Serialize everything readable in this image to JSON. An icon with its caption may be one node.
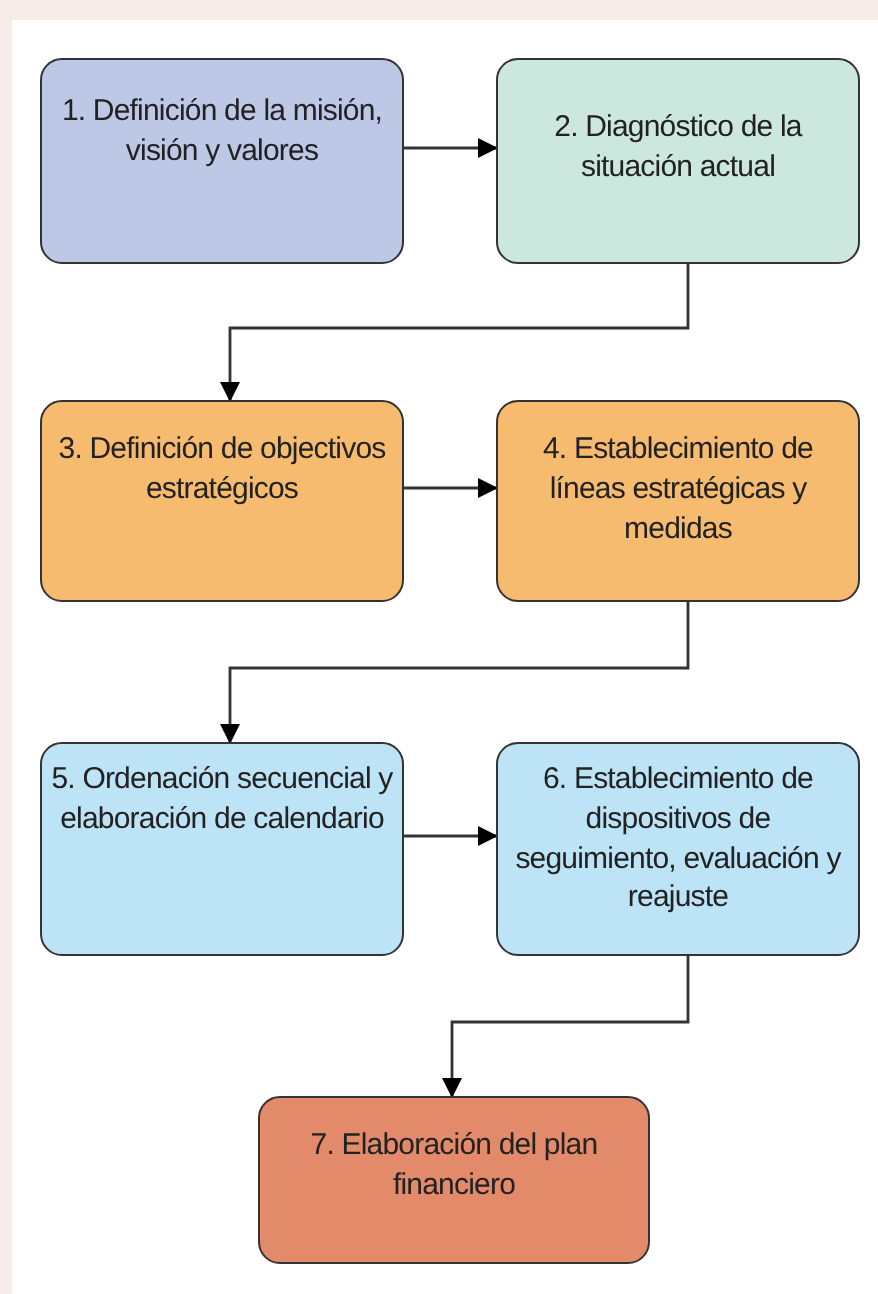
{
  "diagram": {
    "nodes": [
      {
        "text": [
          "1. Definición de la misión, visión y valores"
        ]
      },
      {
        "text": [
          "2. Diagnóstico de la situación actual"
        ]
      },
      {
        "text": [
          "3. Definición de objectivos estratégicos"
        ]
      },
      {
        "text": [
          "4. Establecimiento de líneas estratégicas y medidas"
        ]
      },
      {
        "text": [
          "5. Ordenación secuencial y elaboración de calendario"
        ]
      },
      {
        "text": [
          "6. Establecimiento de dispositivos de seguimiento, evaluación y reajuste"
        ]
      },
      {
        "text": [
          "7. Elaboración del plan financiero"
        ]
      }
    ],
    "edges": [
      {
        "from": 0,
        "to": 1,
        "arrow": "to"
      },
      {
        "from": 1,
        "to": 2,
        "arrow": "to"
      },
      {
        "from": 2,
        "to": 3,
        "arrow": "to"
      },
      {
        "from": 3,
        "to": 4,
        "arrow": "to"
      },
      {
        "from": 4,
        "to": 5,
        "arrow": "to"
      },
      {
        "from": 5,
        "to": 6,
        "arrow": "to"
      }
    ]
  }
}
